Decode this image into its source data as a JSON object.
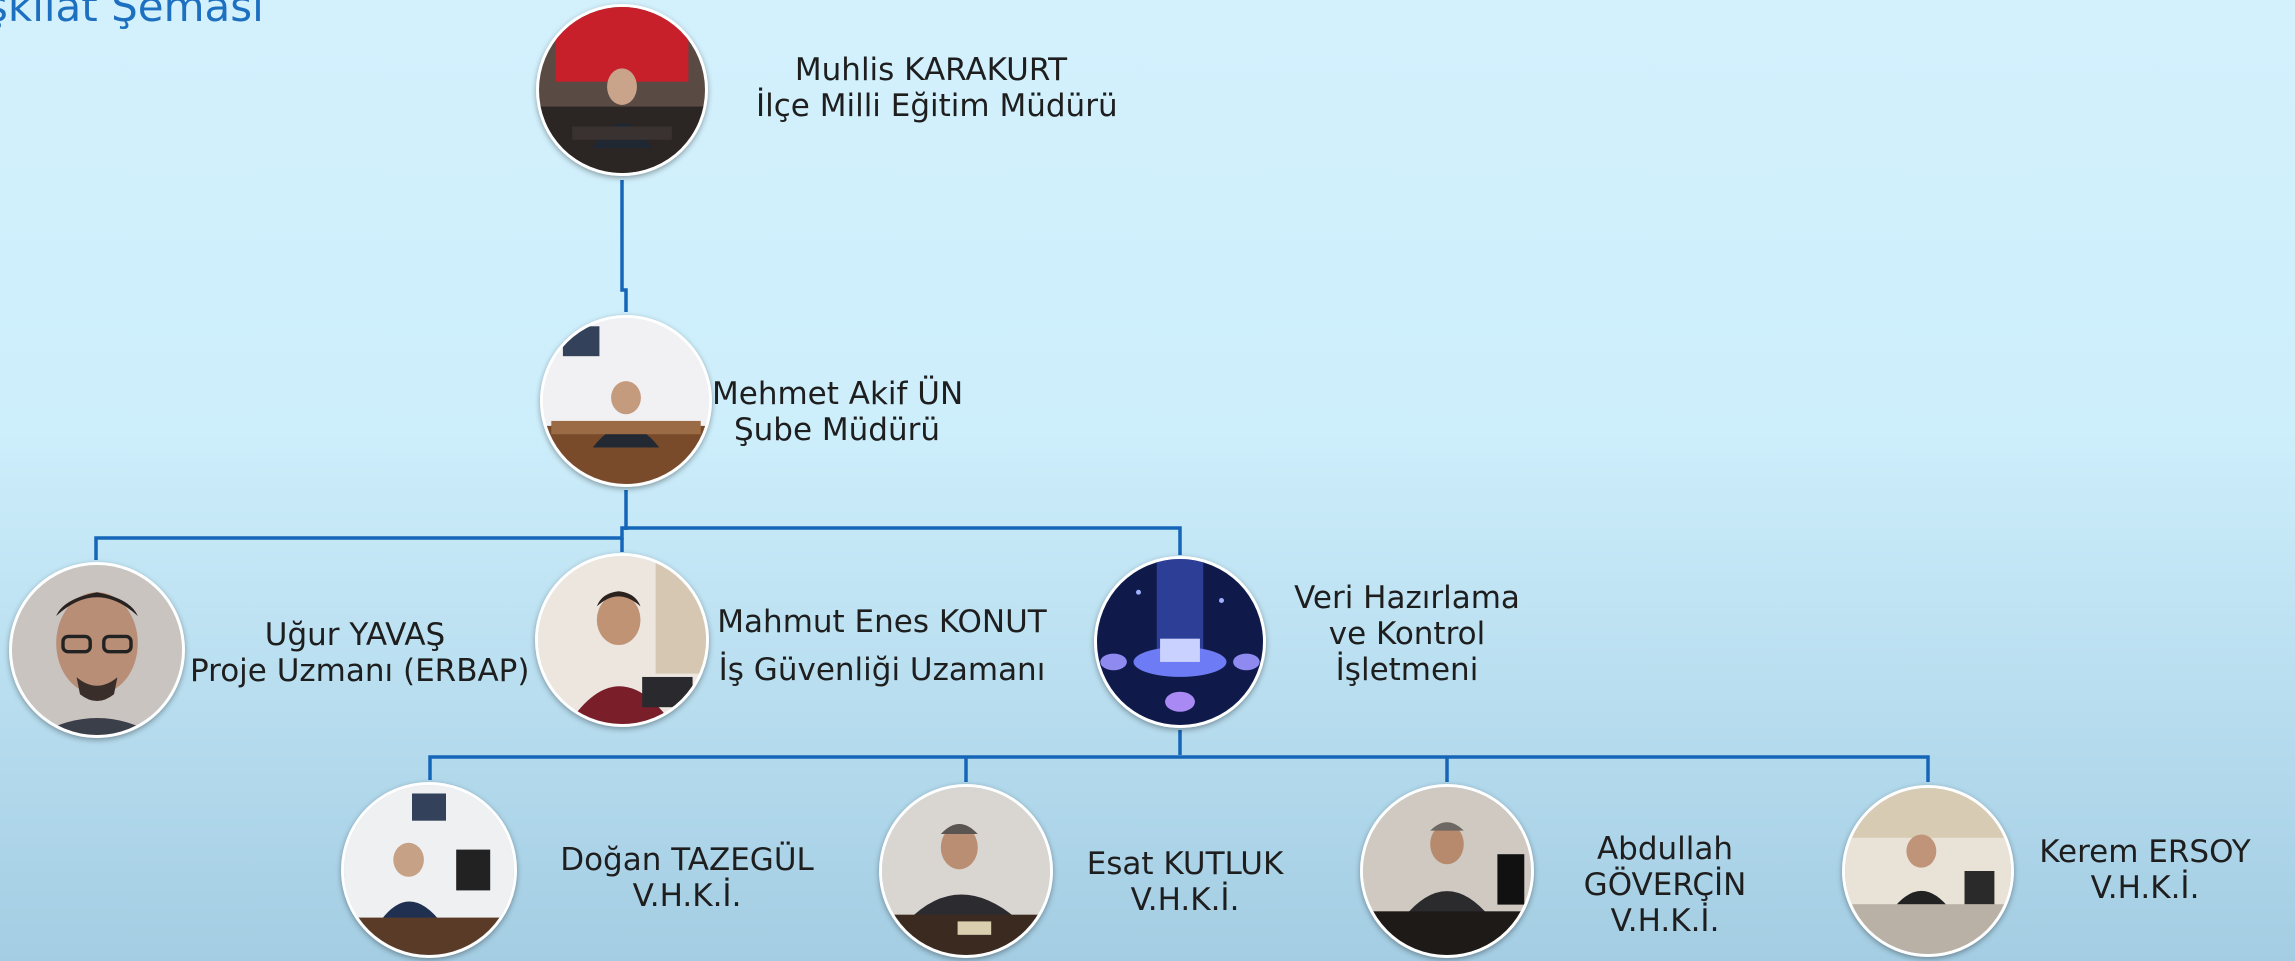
{
  "title": "şkilat Şeması",
  "nodes": {
    "head": {
      "name": "Muhlis KARAKURT",
      "role": "İlçe Milli Eğitim Müdürü",
      "photo": "person-photo"
    },
    "branch": {
      "name": "Mehmet Akif ÜN",
      "role": "Şube Müdürü",
      "photo": "person-photo"
    },
    "ugur": {
      "name": "Uğur YAVAŞ",
      "role": "Proje Uzmanı (ERBAP)",
      "photo": "person-photo"
    },
    "mahmut": {
      "name": "Mahmut Enes KONUT",
      "role": "İş Güvenliği Uzamanı",
      "photo": "person-photo"
    },
    "veri": {
      "line1": "Veri Hazırlama",
      "line2": "ve Kontrol",
      "line3": "İşletmeni",
      "icon": "data-server-icon"
    },
    "dogan": {
      "name": "Doğan TAZEGÜL",
      "role": "V.H.K.İ.",
      "photo": "person-photo"
    },
    "esat": {
      "name": "Esat KUTLUK",
      "role": "V.H.K.İ.",
      "photo": "person-photo"
    },
    "abdullah": {
      "name1": "Abdullah",
      "name2": "GÖVERÇİN",
      "role": "V.H.K.İ.",
      "photo": "person-photo"
    },
    "kerem": {
      "name": "Kerem ERSOY",
      "role": "V.H.K.İ.",
      "photo": "person-photo"
    }
  },
  "colors": {
    "connector": "#1565b8",
    "title": "#1d6fc0",
    "background_top": "#d3f1fd",
    "background_bottom": "#a4cde3"
  }
}
